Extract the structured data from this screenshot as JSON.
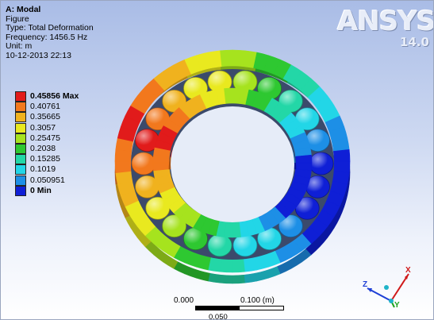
{
  "info": {
    "title": "A: Modal",
    "line1": "Figure",
    "line2": "Type: Total Deformation",
    "line3": "Frequency: 1456.5 Hz",
    "line4": "Unit: m",
    "line5": "10-12-2013 22:13"
  },
  "legend": [
    {
      "label": "0.45856 Max",
      "color": "#e11b1b",
      "bold": true
    },
    {
      "label": "0.40761",
      "color": "#f2781d",
      "bold": false
    },
    {
      "label": "0.35665",
      "color": "#f0b21e",
      "bold": false
    },
    {
      "label": "0.3057",
      "color": "#e9e91f",
      "bold": false
    },
    {
      "label": "0.25475",
      "color": "#a6e31e",
      "bold": false
    },
    {
      "label": "0.2038",
      "color": "#2ec831",
      "bold": false
    },
    {
      "label": "0.15285",
      "color": "#23d7a7",
      "bold": false
    },
    {
      "label": "0.1019",
      "color": "#22d6e7",
      "bold": false
    },
    {
      "label": "0.050951",
      "color": "#1d8fe6",
      "bold": false
    },
    {
      "label": "0 Min",
      "color": "#0f1fd6",
      "bold": true
    }
  ],
  "logo": {
    "name": "ANSYS",
    "version": "14.0"
  },
  "scale_bar": {
    "left": "0.000",
    "right": "0.100 (m)",
    "mid": "0.050"
  },
  "triad": {
    "x": "X",
    "y": "Y",
    "z": "Z"
  }
}
